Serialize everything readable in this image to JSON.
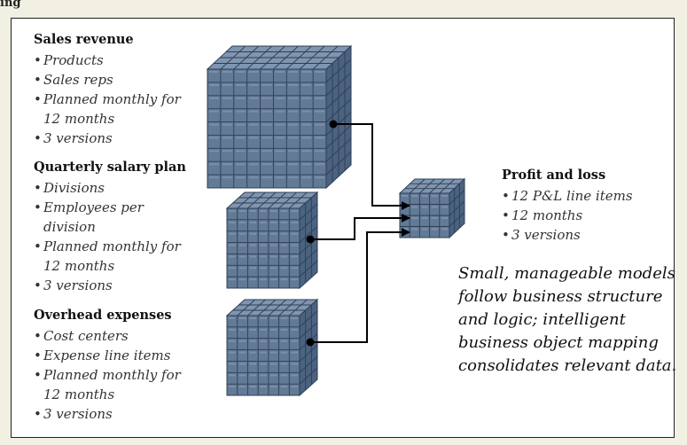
{
  "header": {
    "title": "ing"
  },
  "blocks": [
    {
      "title": "Sales revenue",
      "items": [
        "Products",
        "Sales reps",
        "Planned monthly for 12 months",
        "3 versions"
      ]
    },
    {
      "title": "Quarterly salary plan",
      "items": [
        "Divisions",
        "Employees per division",
        "Planned monthly for 12 months",
        "3 versions"
      ]
    },
    {
      "title": "Overhead expenses",
      "items": [
        "Cost centers",
        "Expense line items",
        "Planned monthly for 12 months",
        "3 versions"
      ]
    }
  ],
  "target": {
    "title": "Profit and loss",
    "items": [
      "12 P&L line items",
      "12 months",
      "3 versions"
    ]
  },
  "caption": "Small, manageable models follow business structure and logic; intelligent business object mapping consolidates relevant data.",
  "colors": {
    "cube_front": "#637a96",
    "cube_top": "#7f95b0",
    "cube_side": "#4b6280",
    "grid": "#2e3f55",
    "arrow": "#000000"
  }
}
